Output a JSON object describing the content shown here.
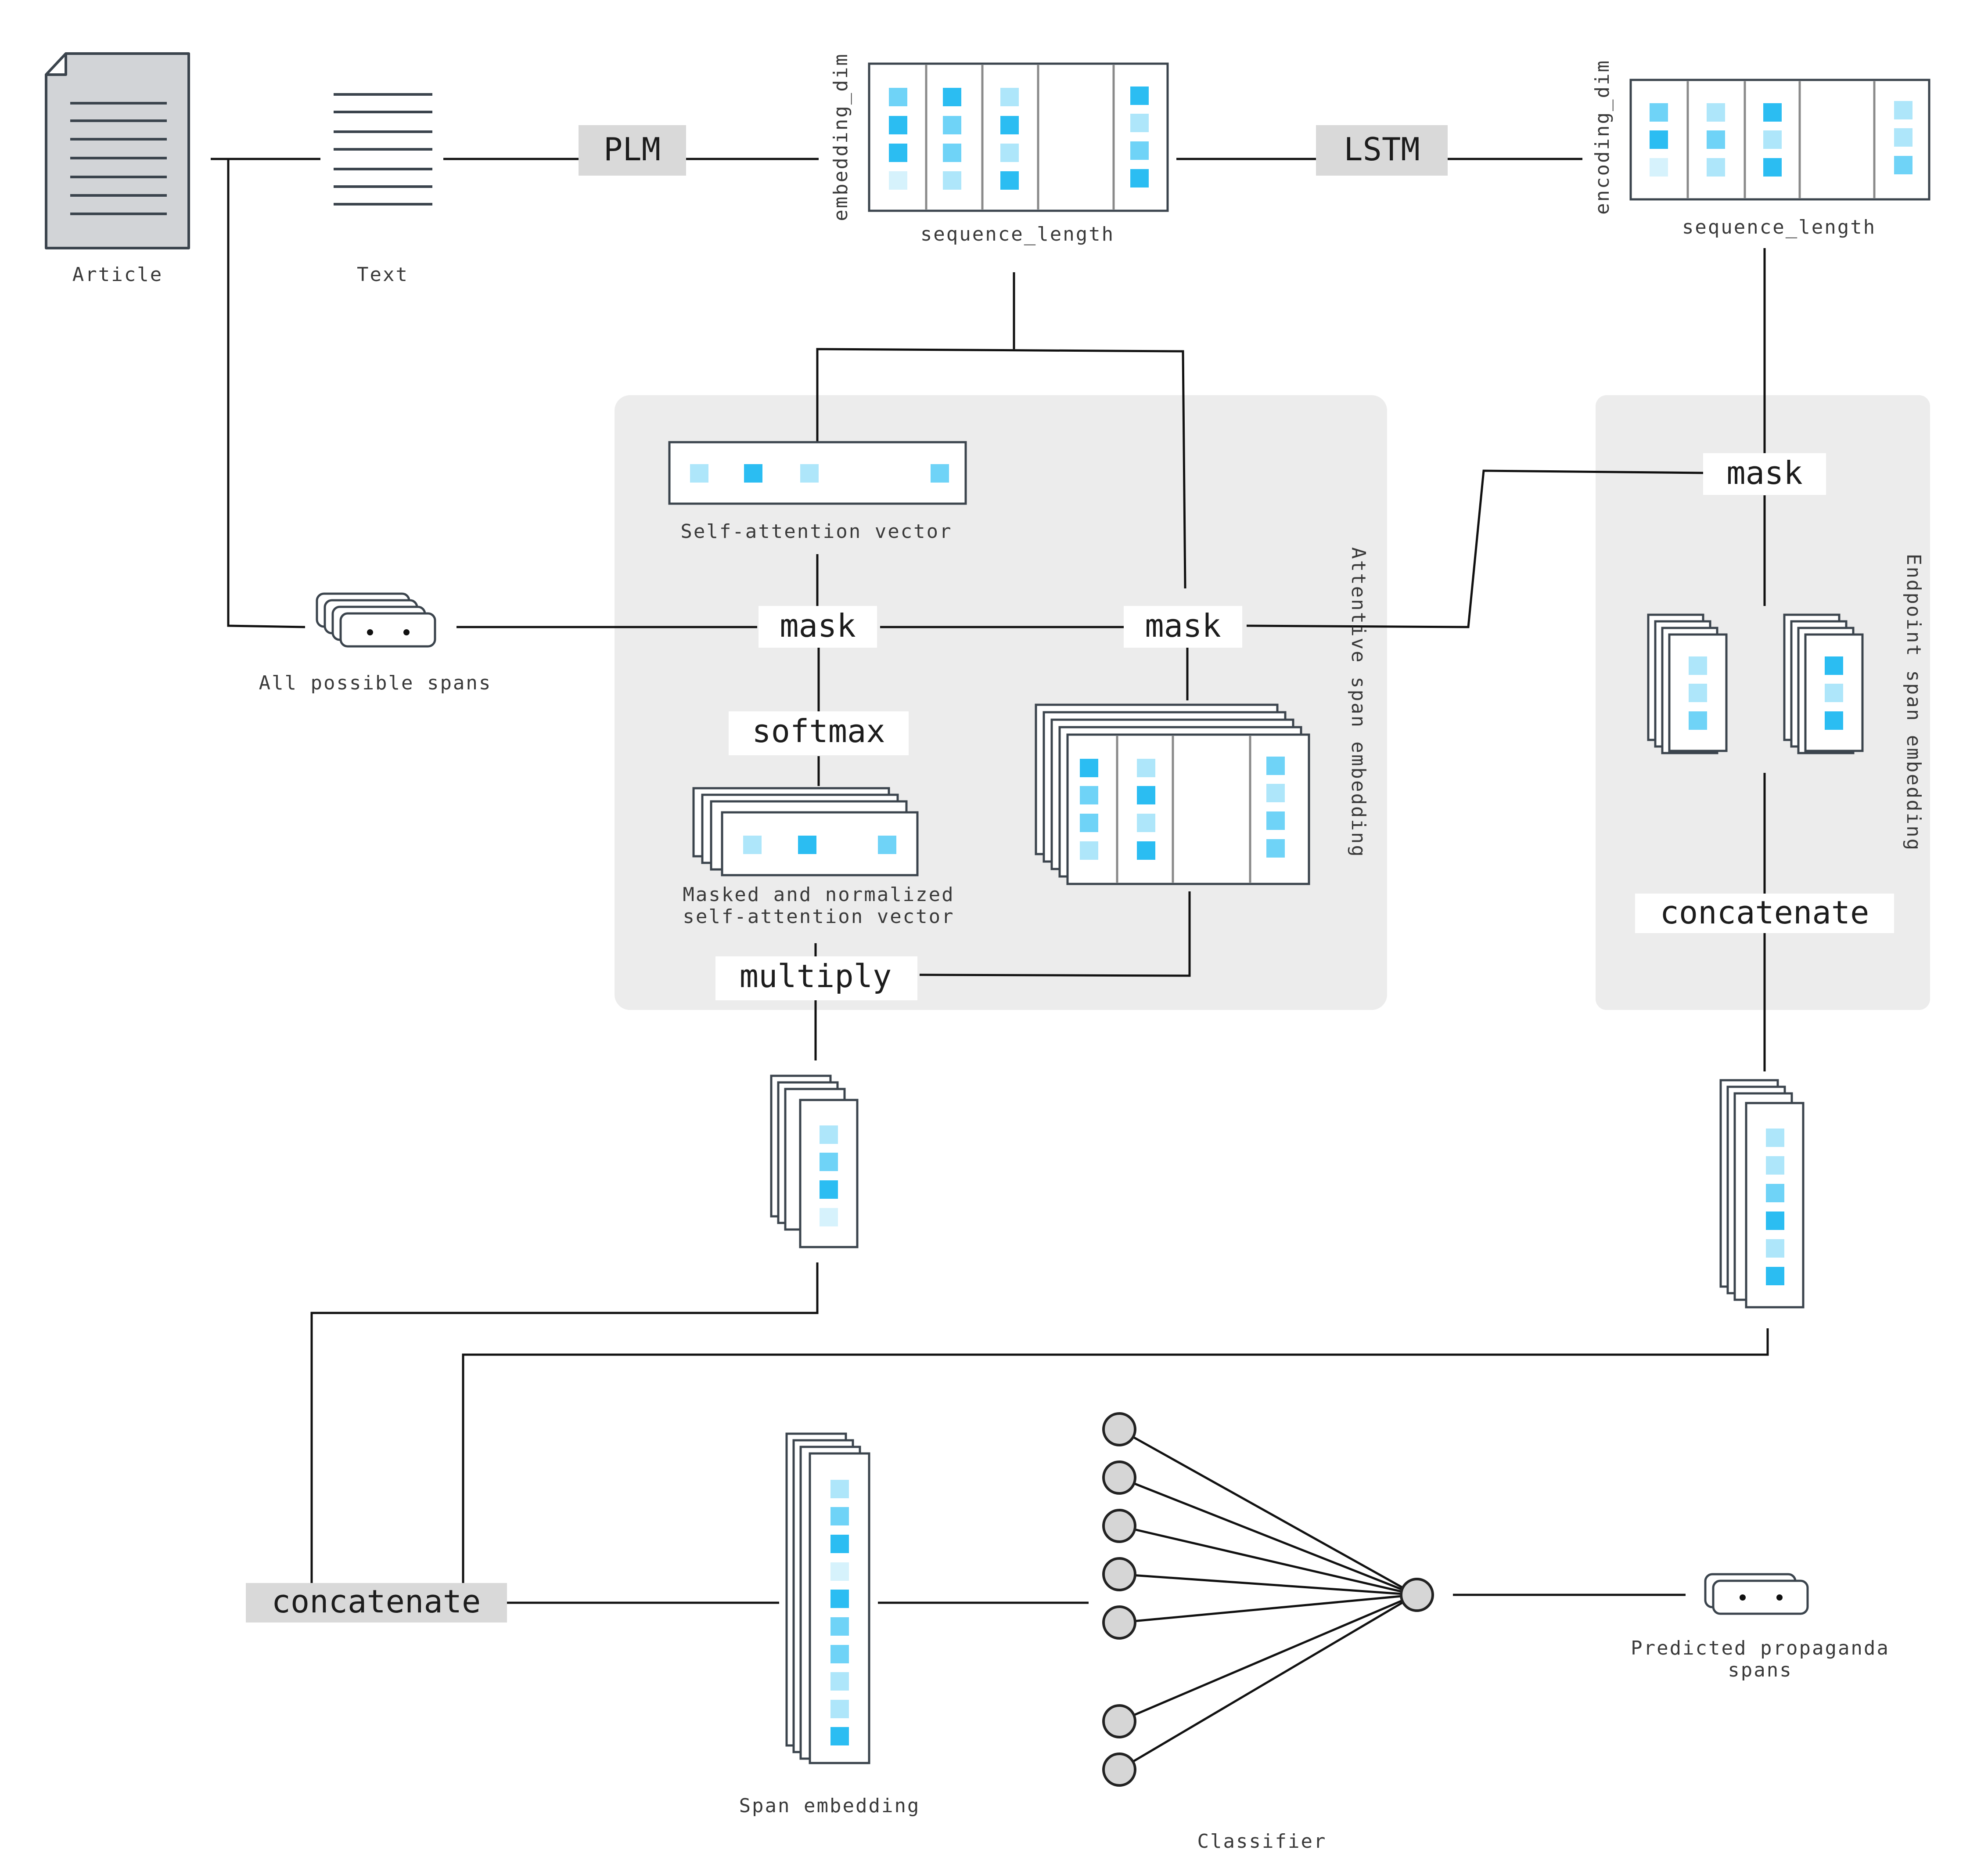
{
  "labels": {
    "article": "Article",
    "text": "Text",
    "seq_len_plm": "sequence_length",
    "embedding_dim": "embedding_dim",
    "seq_len_lstm": "sequence_length",
    "encoding_dim": "encoding_dim",
    "self_attention_vector": "Self-attention vector",
    "all_possible_spans": "All possible spans",
    "masked_norm_line1": "Masked and normalized",
    "masked_norm_line2": "self-attention vector",
    "attentive_span_embedding": "Attentive span embedding",
    "endpoint_span_embedding": "Endpoint span embedding",
    "span_embedding": "Span embedding",
    "classifier": "Classifier",
    "predicted_line1": "Predicted propaganda",
    "predicted_line2": "spans"
  },
  "operations": {
    "plm": "PLM",
    "lstm": "LSTM",
    "mask_left": "mask",
    "mask_middle": "mask",
    "mask_right": "mask",
    "softmax": "softmax",
    "multiply": "multiply",
    "concatenate_right": "concatenate",
    "concatenate_bottom": "concatenate"
  },
  "colors": {
    "cell_dark": "#2bbdf2",
    "cell_mid": "#6fd3f7",
    "cell_light": "#aee6fa",
    "cell_pale": "#d6f2fc",
    "panel": "#ececec",
    "op_box_grey": "#d9d9d9",
    "line": "#111111",
    "card_stroke": "#3b444d"
  },
  "icons": {
    "article": "document-icon",
    "text": "text-lines-icon",
    "spans": "span-stack-icon",
    "predicted": "span-stack-icon"
  }
}
